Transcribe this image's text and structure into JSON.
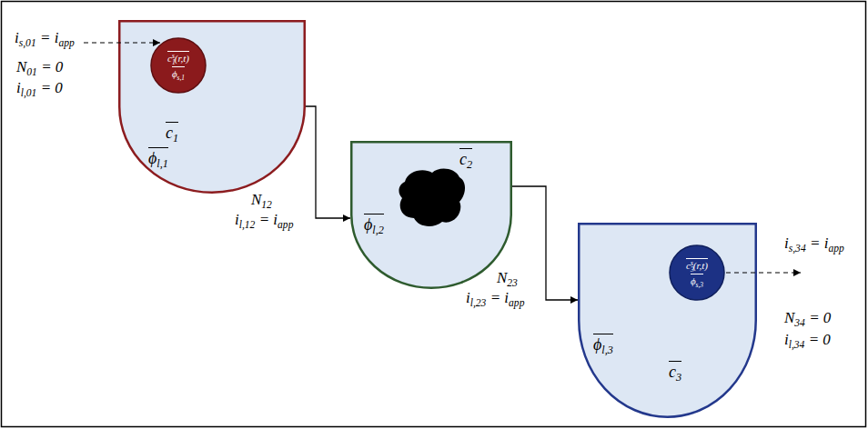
{
  "diagram": {
    "nodes": [
      {
        "text": [
          "c1",
          "ϕl,1"
        ]
      },
      {
        "text": [
          "c1s(r,t)",
          "ϕs,1"
        ],
        "in": 0
      },
      {
        "text": [
          "c2",
          "ϕl,2"
        ]
      },
      {
        "text": [
          "ϕl,3",
          "c3"
        ]
      },
      {
        "text": [
          "c3s(r,t)",
          "ϕs,3"
        ],
        "in": 3
      }
    ],
    "edges": [
      {
        "from": 0,
        "to": 2,
        "arrow": "to"
      },
      {
        "from": 2,
        "to": 3,
        "arrow": "to"
      }
    ],
    "labels": [
      "is,01 = iapp",
      "N01 = 0",
      "il,01 = 0",
      "N12",
      "il,12 = iapp",
      "N23",
      "il,23 = iapp",
      "is,34 = iapp",
      "N34 = 0",
      "il,34 = 0"
    ]
  }
}
